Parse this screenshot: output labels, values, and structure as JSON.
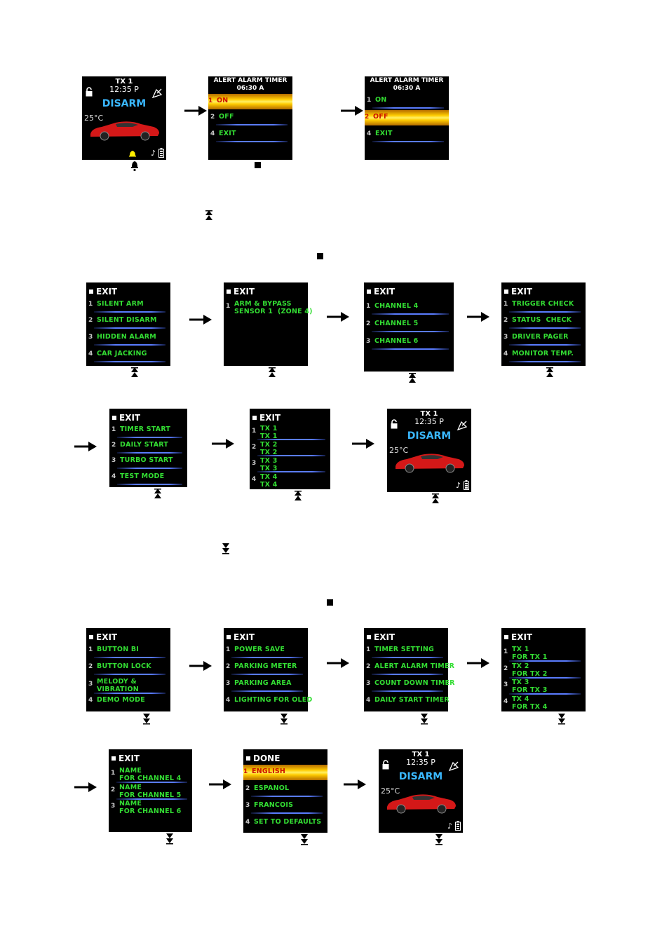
{
  "icons": {
    "arrow": "right-arrow-icon",
    "up": "double-up-arrow-icon",
    "down": "double-down-arrow-icon",
    "marker": "square-bullet-icon",
    "lock": "lock-icon",
    "satellite": "satellite-dish-icon",
    "car": "red-sports-car-icon",
    "note": "music-note-icon",
    "battery": "battery-icon",
    "bell": "alarm-bell-icon"
  },
  "colors": {
    "menu_text": "#33dd33",
    "separator": "#5a7cff",
    "highlight": "#ffcc00",
    "state_text": "#3ab8ff"
  },
  "home": {
    "tx": "TX 1",
    "time": "12:35 P",
    "state": "DISARM",
    "temp": "25°C",
    "note": "♪"
  },
  "alert": {
    "title": "ALERT ALARM TIMER",
    "time": "06:30 A"
  },
  "screens": {
    "alert_on": {
      "items": [
        {
          "n": "1",
          "label": "ON"
        },
        {
          "n": "2",
          "label": "OFF"
        },
        {
          "n": "4",
          "label": "EXIT"
        }
      ]
    },
    "alert_off": {
      "items": [
        {
          "n": "1",
          "label": "ON"
        },
        {
          "n": "2",
          "label": "OFF"
        },
        {
          "n": "4",
          "label": "EXIT"
        }
      ]
    },
    "m1": {
      "head": "EXIT",
      "items": [
        {
          "n": "1",
          "label": "SILENT ARM"
        },
        {
          "n": "2",
          "label": "SILENT DISARM"
        },
        {
          "n": "3",
          "label": "HIDDEN ALARM"
        },
        {
          "n": "4",
          "label": "CAR JACKING"
        }
      ]
    },
    "m2": {
      "head": "EXIT",
      "items": [
        {
          "n": "1",
          "label": "ARM & BYPASS\nSENSOR 1  (ZONE 4)"
        }
      ]
    },
    "m3": {
      "head": "EXIT",
      "items": [
        {
          "n": "1",
          "label": "CHANNEL 4"
        },
        {
          "n": "2",
          "label": "CHANNEL 5"
        },
        {
          "n": "3",
          "label": "CHANNEL 6"
        }
      ]
    },
    "m4": {
      "head": "EXIT",
      "items": [
        {
          "n": "1",
          "label": "TRIGGER CHECK"
        },
        {
          "n": "2",
          "label": "STATUS  CHECK"
        },
        {
          "n": "3",
          "label": "DRIVER PAGER"
        },
        {
          "n": "4",
          "label": "MONITOR TEMP."
        }
      ]
    },
    "m5": {
      "head": "EXIT",
      "items": [
        {
          "n": "1",
          "label": "TIMER START"
        },
        {
          "n": "2",
          "label": "DAILY START"
        },
        {
          "n": "3",
          "label": "TURBO START"
        },
        {
          "n": "4",
          "label": "TEST MODE"
        }
      ]
    },
    "m6": {
      "head": "EXIT",
      "items": [
        {
          "n": "1",
          "label": "TX 1\nTX 1"
        },
        {
          "n": "2",
          "label": "TX 2\nTX 2"
        },
        {
          "n": "3",
          "label": "TX 3\nTX 3"
        },
        {
          "n": "4",
          "label": "TX 4\nTX 4"
        }
      ]
    },
    "s1": {
      "head": "EXIT",
      "items": [
        {
          "n": "1",
          "label": "BUTTON BI"
        },
        {
          "n": "2",
          "label": "BUTTON LOCK"
        },
        {
          "n": "3",
          "label": "MELODY &\nVIBRATION"
        },
        {
          "n": "4",
          "label": "DEMO MODE"
        }
      ]
    },
    "s2": {
      "head": "EXIT",
      "items": [
        {
          "n": "1",
          "label": "POWER SAVE"
        },
        {
          "n": "2",
          "label": "PARKING METER"
        },
        {
          "n": "3",
          "label": "PARKING AREA"
        },
        {
          "n": "4",
          "label": "LIGHTING FOR OLED"
        }
      ]
    },
    "s3": {
      "head": "EXIT",
      "items": [
        {
          "n": "1",
          "label": "TIMER SETTING"
        },
        {
          "n": "2",
          "label": "ALERT ALARM TIMER"
        },
        {
          "n": "3",
          "label": "COUNT DOWN TIMER"
        },
        {
          "n": "4",
          "label": "DAILY START TIMER"
        }
      ]
    },
    "s4": {
      "head": "EXIT",
      "items": [
        {
          "n": "1",
          "label": "TX 1\nFOR TX 1"
        },
        {
          "n": "2",
          "label": "TX 2\nFOR TX 2"
        },
        {
          "n": "3",
          "label": "TX 3\nFOR TX 3"
        },
        {
          "n": "4",
          "label": "TX 4\nFOR TX 4"
        }
      ]
    },
    "s5": {
      "head": "EXIT",
      "items": [
        {
          "n": "1",
          "label": "NAME\nFOR CHANNEL 4"
        },
        {
          "n": "2",
          "label": "NAME\nFOR CHANNEL 5"
        },
        {
          "n": "3",
          "label": "NAME\nFOR CHANNEL 6"
        }
      ]
    },
    "s6": {
      "head": "DONE",
      "items": [
        {
          "n": "1",
          "label": "ENGLISH"
        },
        {
          "n": "2",
          "label": "ESPANOL"
        },
        {
          "n": "3",
          "label": "FRANCOIS"
        },
        {
          "n": "4",
          "label": "SET TO DEFAULTS"
        }
      ]
    }
  }
}
